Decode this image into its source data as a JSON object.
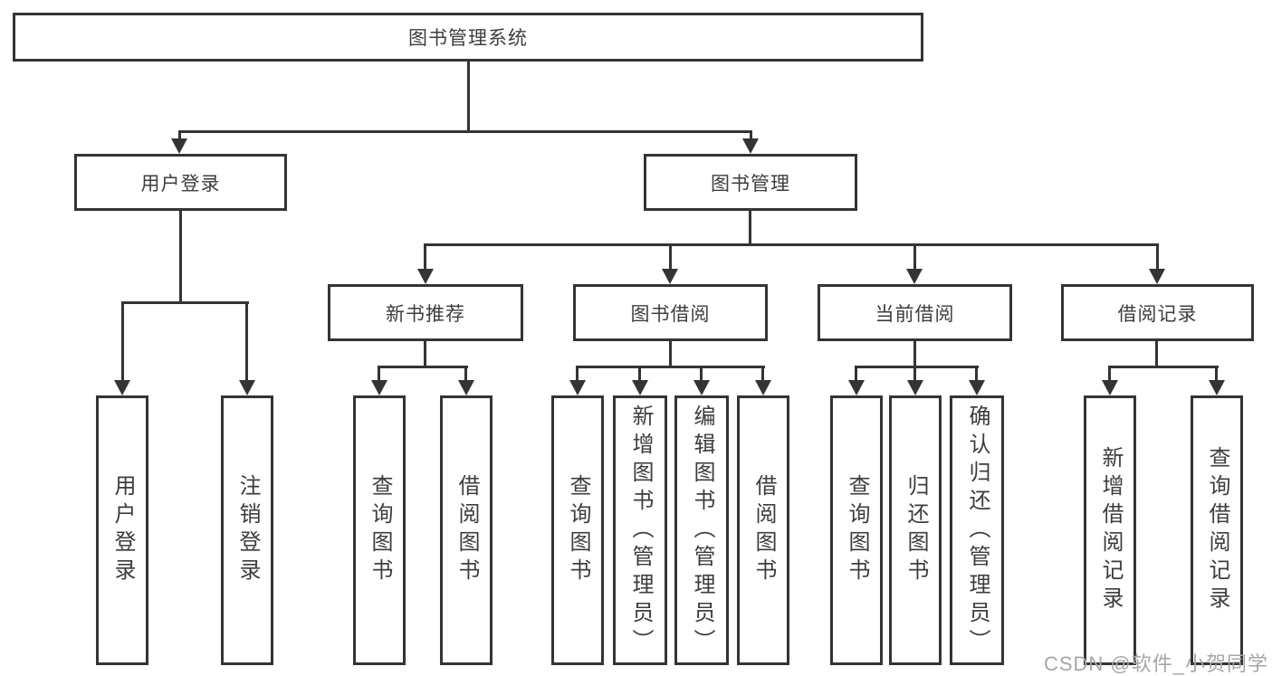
{
  "tree": {
    "root": {
      "label": "图书管理系统"
    },
    "branches": [
      {
        "label": "用户登录",
        "children": [
          {
            "label": "用户登录"
          },
          {
            "label": "注销登录"
          }
        ]
      },
      {
        "label": "图书管理",
        "children": [
          {
            "label": "新书推荐",
            "children": [
              {
                "label": "查询图书"
              },
              {
                "label": "借阅图书"
              }
            ]
          },
          {
            "label": "图书借阅",
            "children": [
              {
                "label": "查询图书"
              },
              {
                "label": "新增图书（管理员）"
              },
              {
                "label": "编辑图书（管理员）"
              },
              {
                "label": "借阅图书"
              }
            ]
          },
          {
            "label": "当前借阅",
            "children": [
              {
                "label": "查询图书"
              },
              {
                "label": "归还图书"
              },
              {
                "label": "确认归还（管理员）"
              }
            ]
          },
          {
            "label": "借阅记录",
            "children": [
              {
                "label": "新增借阅记录"
              },
              {
                "label": "查询借阅记录"
              }
            ]
          }
        ]
      }
    ]
  },
  "watermark": {
    "text": "CSDN @软件_小贺同学"
  },
  "colors": {
    "line": "#343434",
    "text": "#3d3d3d",
    "watermark": "#a6a6a6",
    "background": "#ffffff"
  }
}
